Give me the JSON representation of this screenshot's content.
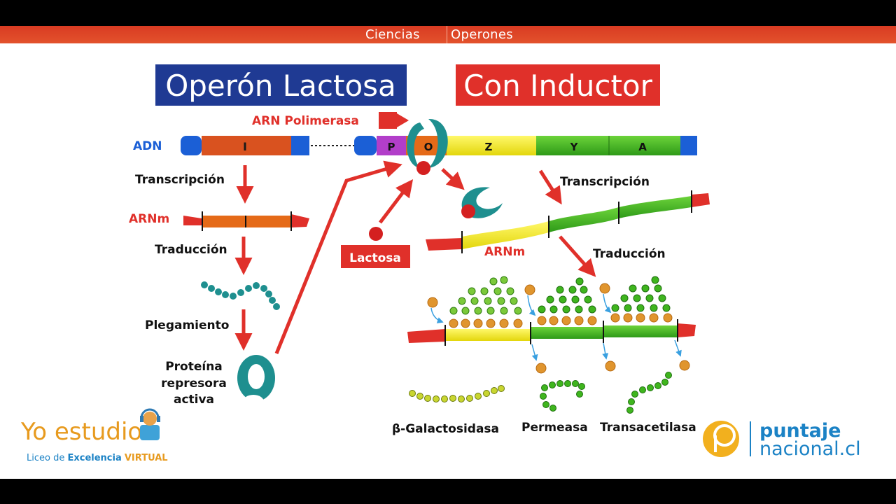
{
  "breadcrumb": {
    "section": "Ciencias",
    "topic": "Operones"
  },
  "titles": {
    "left": "Operón Lactosa",
    "right": "Con Inductor"
  },
  "labels": {
    "arn_polimerasa": "ARN Polimerasa",
    "adn": "ADN",
    "transcripcion_left": "Transcripción",
    "arnm_left": "ARNm",
    "traduccion_left": "Traducción",
    "plegamiento": "Plegamiento",
    "proteina": [
      "Proteína",
      "represora",
      "activa"
    ],
    "lactosa": "Lactosa",
    "transcripcion_right": "Transcripción",
    "arnm_right": "ARNm",
    "traduccion_right": "Traducción",
    "enzymes": [
      "β-Galactosidasa",
      "Permeasa",
      "Transacetilasa"
    ]
  },
  "genes": {
    "regulator": "I",
    "segments": [
      "P",
      "O",
      "Z",
      "Y",
      "A"
    ]
  },
  "logos": {
    "left_main": "Yo estudio",
    "left_sub_1": "Liceo de ",
    "left_sub_2": "Excelencia",
    "left_sub_3": "VIRTUAL",
    "right_line1": "puntaje",
    "right_line2": "nacional.cl"
  },
  "colors": {
    "header": "#e04a28",
    "title_blue": "#1f3a93",
    "title_red": "#e0302a",
    "label_red": "#e0302a",
    "dna_blue": "#1b5fd6",
    "gene_I": "#d9521f",
    "gene_P": "#b23ec9",
    "gene_O": "#e56a18",
    "gene_Z": "#f2ea1a",
    "gene_Y": "#3fb51e",
    "repressor": "#1e8f8f",
    "lactose": "#d42020",
    "enzyme_dot": "#e0a03a"
  }
}
